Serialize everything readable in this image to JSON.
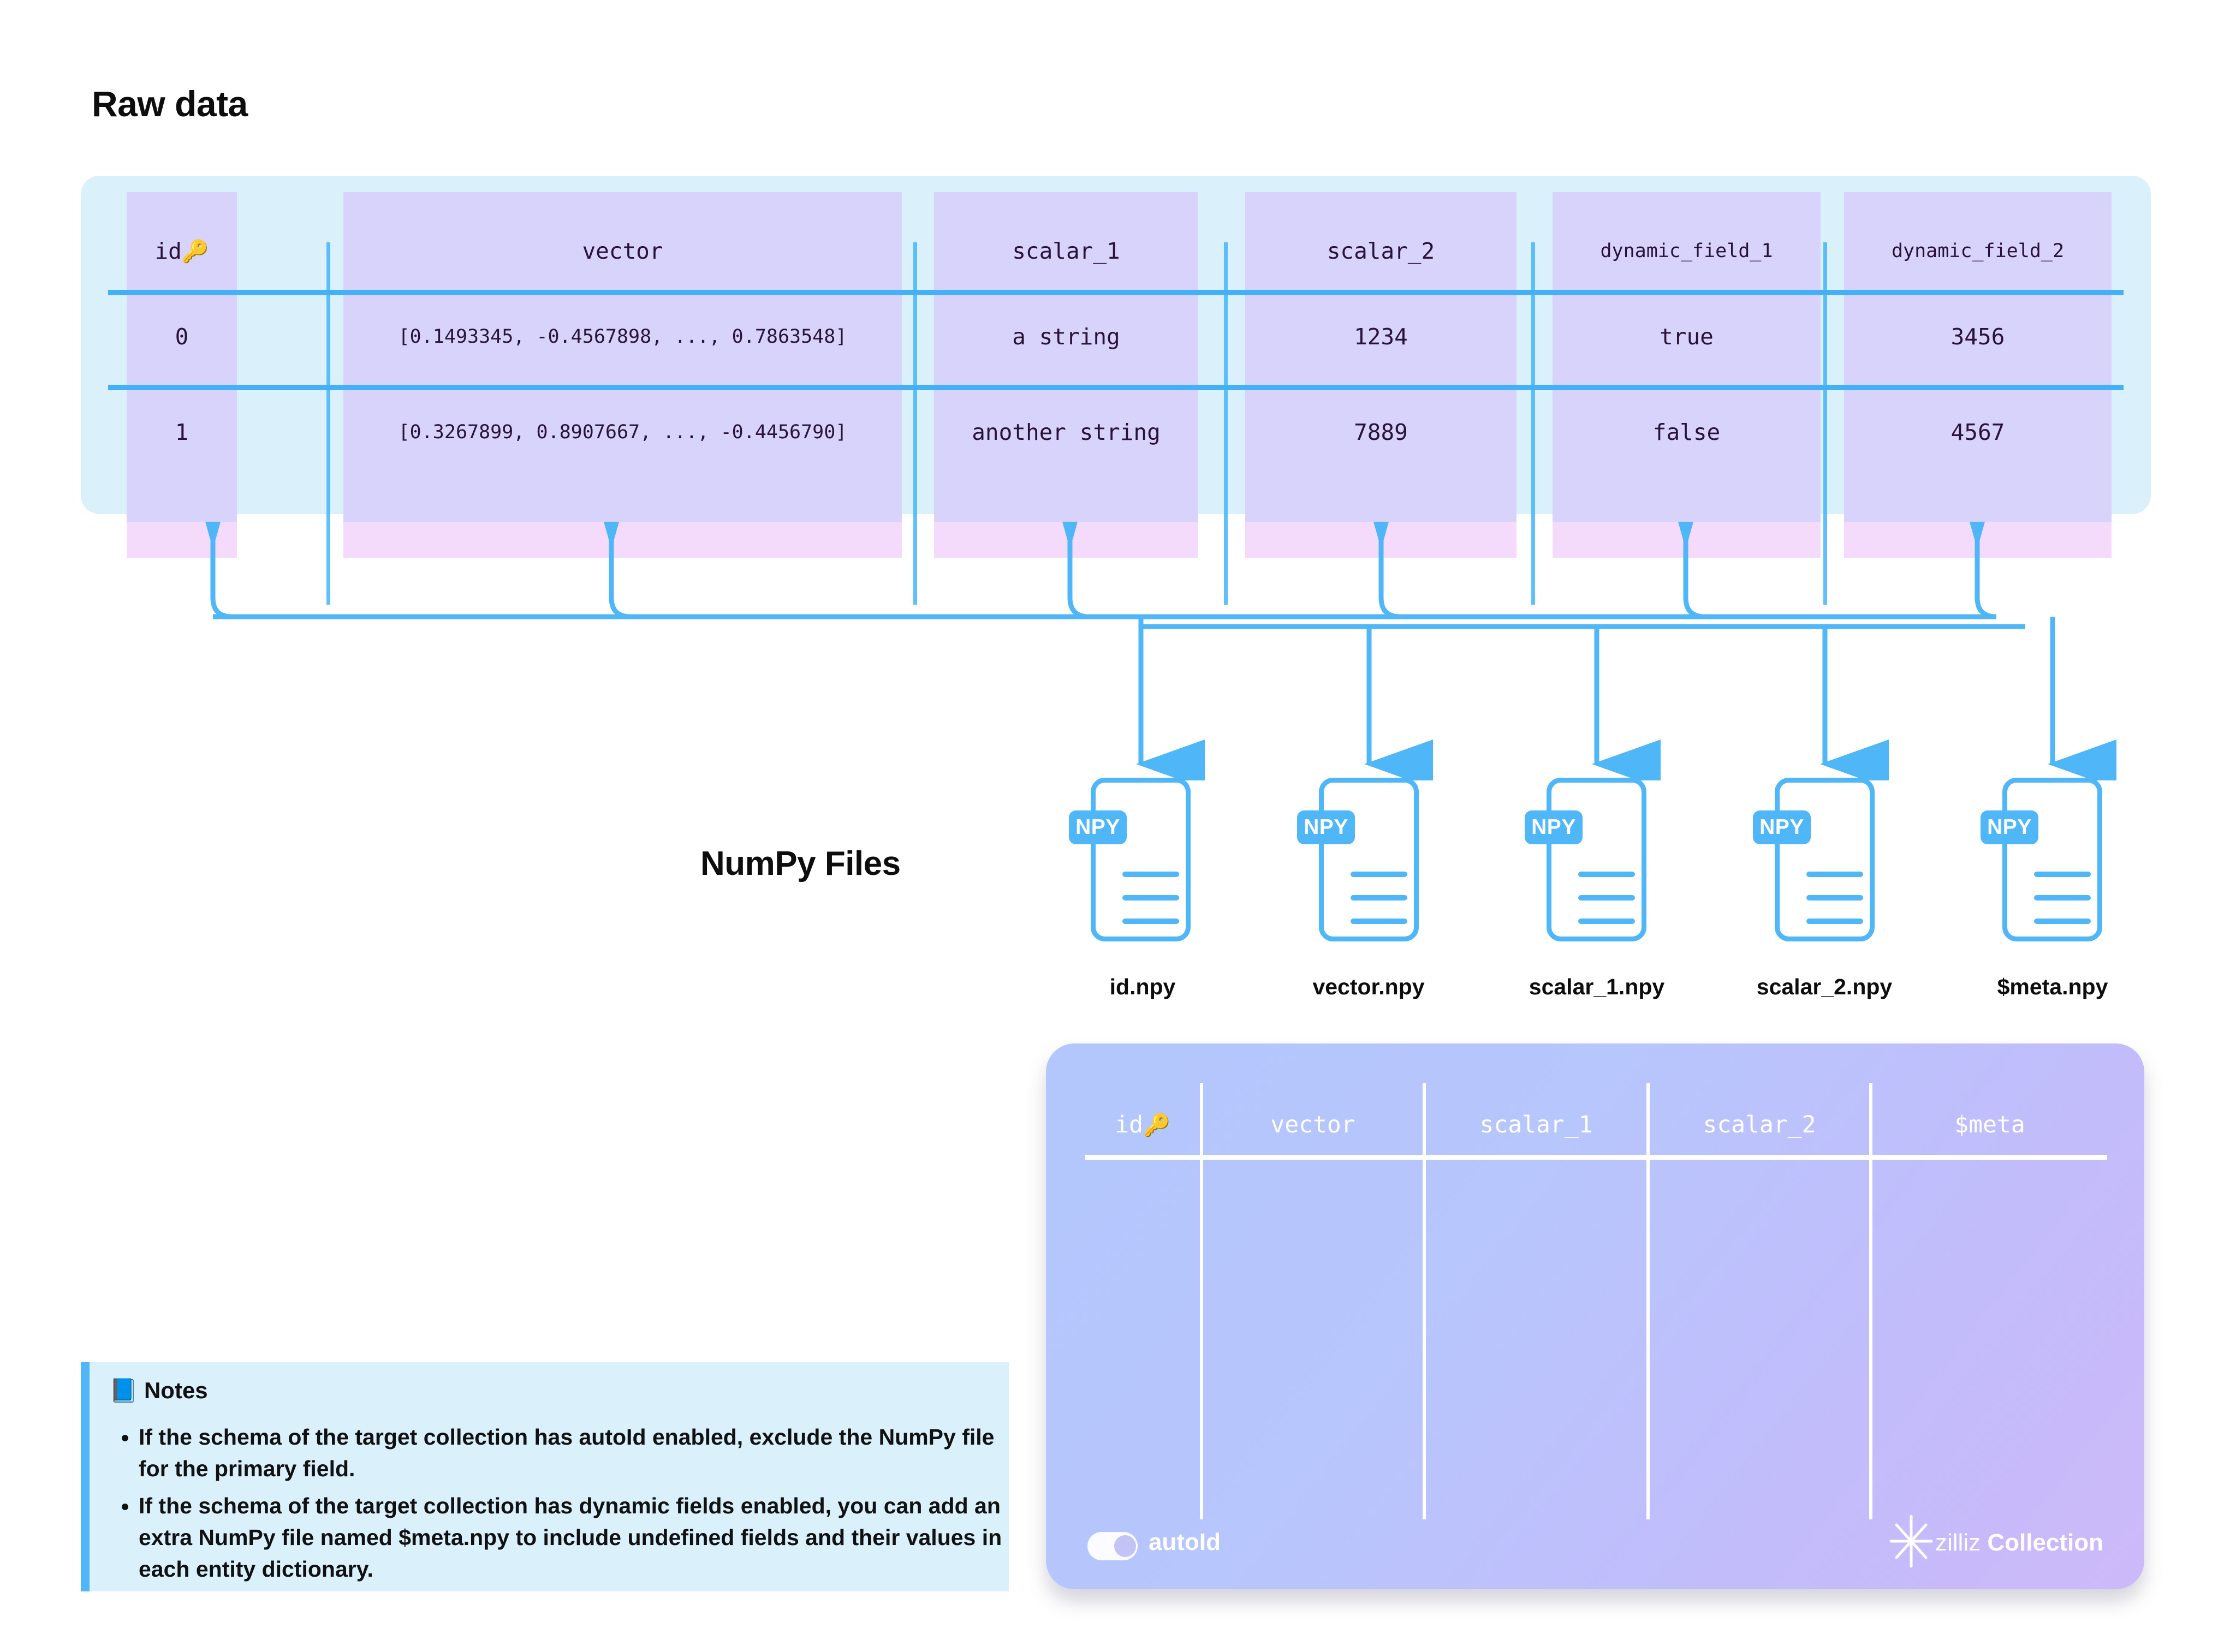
{
  "sections": {
    "raw_data_title": "Raw data",
    "numpy_files_title": "NumPy Files"
  },
  "raw_table": {
    "headers": [
      "id 🔑",
      "vector",
      "scalar_1",
      "scalar_2",
      "dynamic_field_1",
      "dynamic_field_2"
    ],
    "header_plain": [
      "id",
      "vector",
      "scalar_1",
      "scalar_2",
      "dynamic_field_1",
      "dynamic_field_2"
    ],
    "key_icon": "🔑",
    "rows": [
      {
        "id": "0",
        "vector": "[0.1493345, -0.4567898, ..., 0.7863548]",
        "scalar_1": "a string",
        "scalar_2": "1234",
        "dynamic_field_1": "true",
        "dynamic_field_2": "3456"
      },
      {
        "id": "1",
        "vector": "[0.3267899, 0.8907667, ..., -0.4456790]",
        "scalar_1": "another string",
        "scalar_2": "7889",
        "dynamic_field_1": "false",
        "dynamic_field_2": "4567"
      }
    ]
  },
  "numpy_files": [
    {
      "badge": "NPY",
      "label": "id.npy"
    },
    {
      "badge": "NPY",
      "label": "vector.npy"
    },
    {
      "badge": "NPY",
      "label": "scalar_1.npy"
    },
    {
      "badge": "NPY",
      "label": "scalar_2.npy"
    },
    {
      "badge": "NPY",
      "label": "$meta.npy"
    }
  ],
  "collection": {
    "headers": [
      "id 🔑",
      "vector",
      "scalar_1",
      "scalar_2",
      "$meta"
    ],
    "key_icon": "🔑",
    "toggle_label": "autoId",
    "toggle_state": "off",
    "brand_name": "zilliz",
    "brand_suffix": "Collection"
  },
  "notes": {
    "icon": "📘",
    "title": "Notes",
    "items": [
      "If the schema of the target collection has autoId enabled, exclude the NumPy file for the primary field.",
      "If the schema of the target collection has dynamic fields enabled, you can add an extra NumPy file named $meta.npy to include undefined fields and their values in each entity dictionary."
    ],
    "item2_bold_fragment": "$meta.npy"
  },
  "colors": {
    "panel_blue": "#DAF1FC",
    "column_purple": "#D8D3FB",
    "column_pink": "#F4DBFC",
    "accent_blue": "#4FB6F7",
    "rule_blue": "#44B0F7",
    "collection_gradient_start": "#B3C7FD",
    "collection_gradient_end": "#CDB9FA"
  }
}
